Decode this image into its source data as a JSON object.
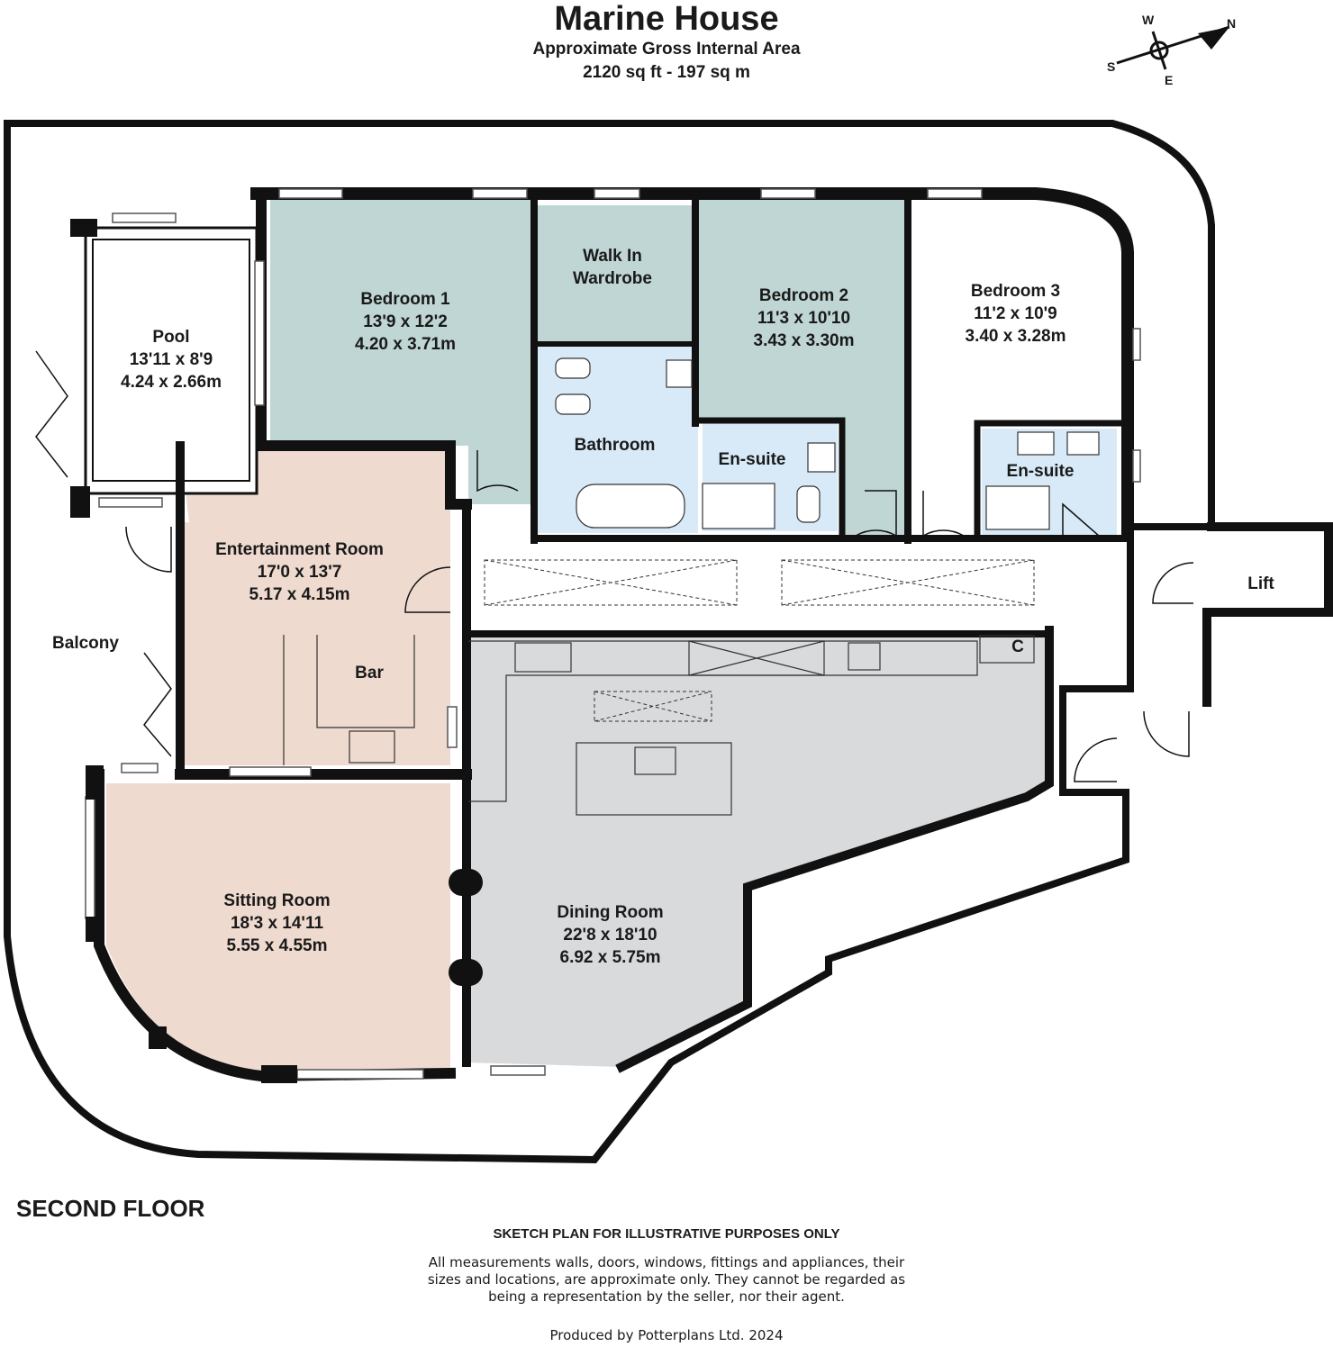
{
  "header": {
    "title": "Marine House",
    "subtitle": "Approximate Gross Internal Area",
    "area": "2120 sq ft - 197 sq m"
  },
  "compass": {
    "w": "W",
    "n": "N",
    "s": "S",
    "e": "E"
  },
  "rooms": {
    "pool": {
      "name": "Pool",
      "imperial": "13'11 x 8'9",
      "metric": "4.24 x 2.66m"
    },
    "bedroom1": {
      "name": "Bedroom 1",
      "imperial": "13'9 x 12'2",
      "metric": "4.20 x 3.71m"
    },
    "wardrobe": {
      "name_line1": "Walk In",
      "name_line2": "Wardrobe"
    },
    "bedroom2": {
      "name": "Bedroom 2",
      "imperial": "11'3 x 10'10",
      "metric": "3.43 x 3.30m"
    },
    "bedroom3": {
      "name": "Bedroom 3",
      "imperial": "11'2 x 10'9",
      "metric": "3.40 x 3.28m"
    },
    "bathroom": {
      "name": "Bathroom"
    },
    "ensuite1": {
      "name": "En-suite"
    },
    "ensuite2": {
      "name": "En-suite"
    },
    "entertainment": {
      "name": "Entertainment Room",
      "imperial": "17'0 x 13'7",
      "metric": "5.17 x 4.15m"
    },
    "bar": {
      "name": "Bar"
    },
    "balcony": {
      "name": "Balcony"
    },
    "lift": {
      "name": "Lift"
    },
    "cupboard": {
      "name": "C"
    },
    "sitting": {
      "name": "Sitting Room",
      "imperial": "18'3 x 14'11",
      "metric": "5.55 x 4.55m"
    },
    "dining": {
      "name": "Dining Room",
      "imperial": "22'8 x 18'10",
      "metric": "6.92 x 5.75m"
    }
  },
  "floor_label": "SECOND FLOOR",
  "disclaimer": {
    "heading": "SKETCH PLAN FOR ILLUSTRATIVE PURPOSES ONLY",
    "line1": "All measurements walls, doors, windows, fittings and appliances, their",
    "line2": "sizes and locations, are approximate only. They cannot be regarded as",
    "line3": "being a representation by the seller, nor their agent."
  },
  "credit": "Produced by Potterplans Ltd. 2024",
  "colors": {
    "bedroom": "#bfd6d4",
    "bathroom": "#d8eaf7",
    "entertainment": "#efdacf",
    "dining": "#d9dadb",
    "wall": "#111111"
  }
}
